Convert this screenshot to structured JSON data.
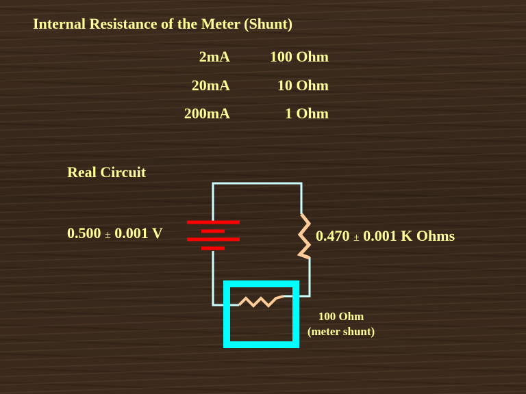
{
  "title": "Internal Resistance of the Meter (Shunt)",
  "ranges": [
    {
      "current": "2mA",
      "resistance": "100 Ohm"
    },
    {
      "current": "20mA",
      "resistance": "10 Ohm"
    },
    {
      "current": "200mA",
      "resistance": "1 Ohm"
    }
  ],
  "circuit": {
    "heading": "Real Circuit",
    "battery": {
      "value": "0.500",
      "pm": "±",
      "uncertainty": "0.001 V"
    },
    "resistor": {
      "value": "0.470",
      "pm": "±",
      "uncertainty": "0.001 K Ohms"
    },
    "shunt": {
      "line1": "100 Ohm",
      "line2": "(meter shunt)"
    }
  },
  "colors": {
    "text": "#ffff99",
    "wire": "#ccffff",
    "battery": "#ff0000",
    "resistor": "#ffcc99",
    "meter": "#00ffff"
  }
}
